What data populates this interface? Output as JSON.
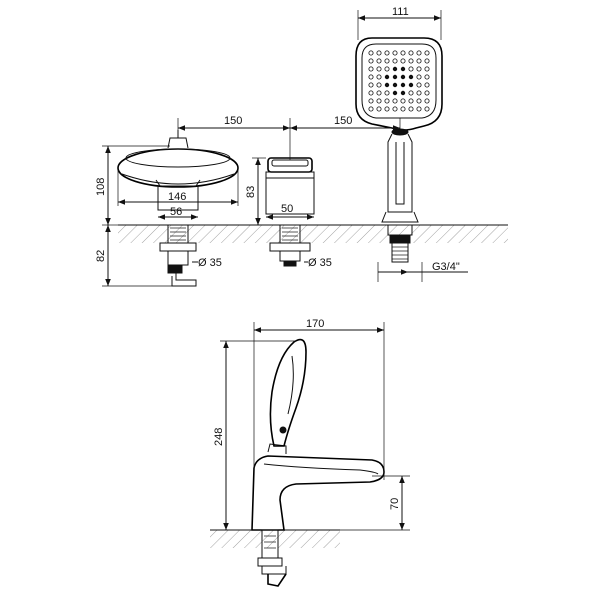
{
  "dimensions": {
    "showerhead_width": "111",
    "spacing_left": "150",
    "spacing_right": "150",
    "spout_height": "108",
    "spout_width": "146",
    "spout_base_width": "56",
    "valve_height": "83",
    "valve_width": "50",
    "below_deck_depth": "82",
    "hole_diameter_left": "Ø 35",
    "hole_diameter_right": "Ø 35",
    "thread_size": "G3/4\"",
    "side_width": "170",
    "side_height": "248",
    "side_spout_height": "70"
  },
  "colors": {
    "line": "#111111",
    "hatch": "#777777",
    "background": "#ffffff"
  }
}
